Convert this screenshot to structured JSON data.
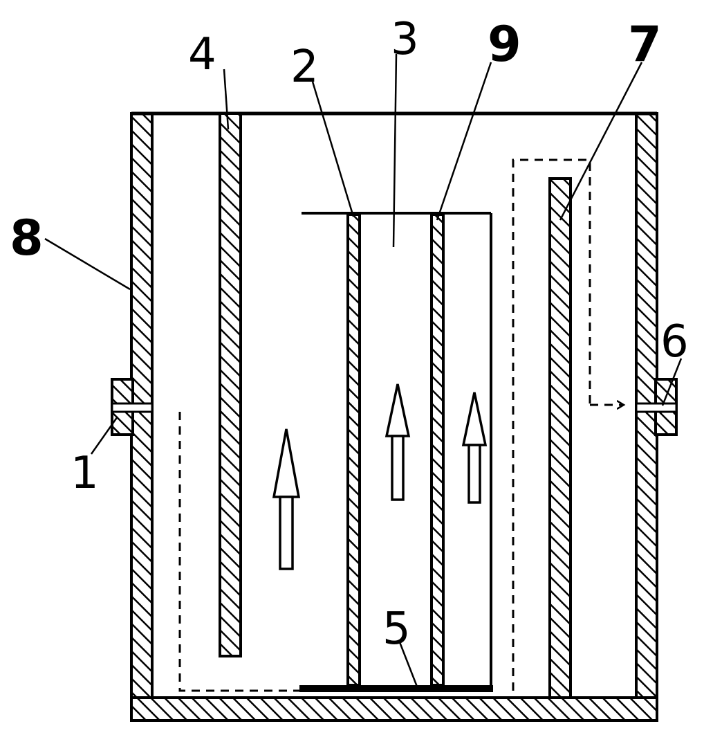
{
  "labels": {
    "l1": "1",
    "l2": "2",
    "l3": "3",
    "l4": "4",
    "l5": "5",
    "l6": "6",
    "l7": "7",
    "l8": "8",
    "l9": "9"
  },
  "colors": {
    "line": "#000000",
    "background": "#ffffff"
  }
}
